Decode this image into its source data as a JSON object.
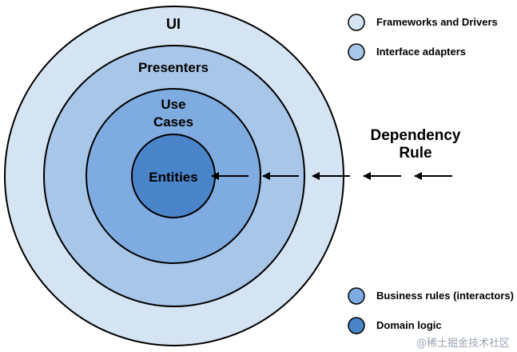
{
  "rings": [
    {
      "label": "UI",
      "color": "#d5e4f2"
    },
    {
      "label": "Presenters",
      "color": "#a8c6e8"
    },
    {
      "label_lines": [
        "Use",
        "Cases"
      ],
      "color": "#7eabe0"
    },
    {
      "label": "Entities",
      "color": "#4a84c9"
    }
  ],
  "dependency_rule": {
    "title_lines": [
      "Dependency",
      "Rule"
    ],
    "arrow_color": "#000000"
  },
  "legend": [
    {
      "label": "Frameworks and Drivers",
      "color": "#d5e4f2"
    },
    {
      "label": "Interface adapters",
      "color": "#a8c6e8"
    },
    {
      "label": "Business rules (interactors)",
      "color": "#7eabe0"
    },
    {
      "label": "Domain logic",
      "color": "#4a84c9"
    }
  ],
  "watermark": "@稀土掘金技术社区"
}
